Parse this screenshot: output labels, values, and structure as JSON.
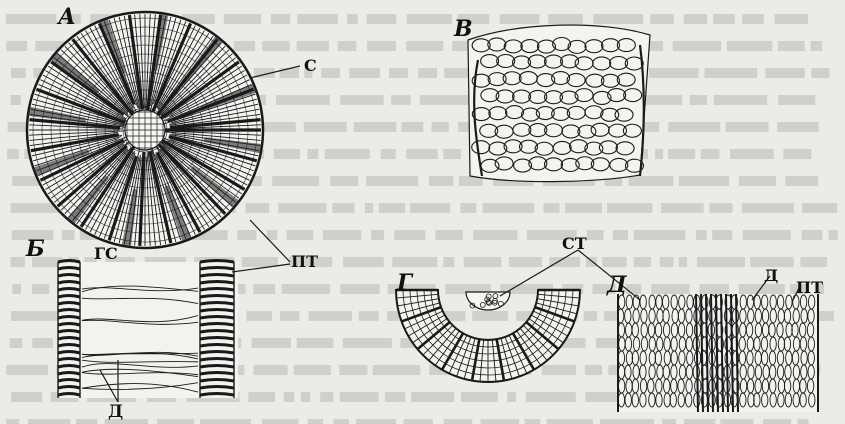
{
  "figure": {
    "labels": {
      "panel_a": "А",
      "panel_b": "Б",
      "panel_v": "В",
      "panel_g": "Г",
      "panel_d": "Д",
      "c": "С",
      "gs": "ГС",
      "st": "СТ",
      "pt_left": "ПТ",
      "pt_right": "ПТ",
      "d_bottom": "Д",
      "d_right": "Д"
    }
  },
  "colors": {
    "ink": "#1a1a1a",
    "paper": "#ecebe8",
    "text_shadow": "#9b9b98"
  }
}
